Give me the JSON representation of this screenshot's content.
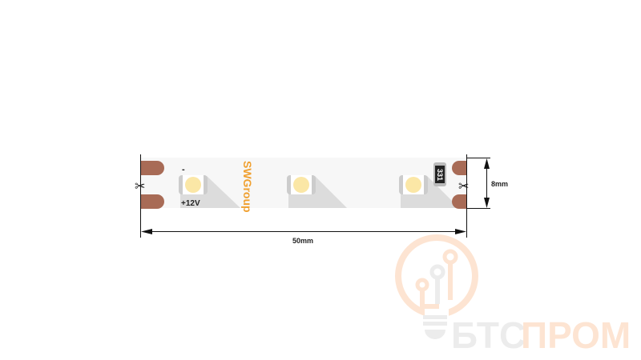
{
  "strip": {
    "polarity_minus": "-",
    "polarity_plus": "+12V",
    "brand": "SWGroup",
    "resistor_code": "331",
    "led_count": 3
  },
  "dimensions": {
    "length": "50mm",
    "width": "8mm"
  },
  "watermark": {
    "part1": "БТС",
    "part2": "ПРОМ"
  },
  "colors": {
    "pad": "#a86b56",
    "led": "#fbe7a6",
    "brand": "#f0a030",
    "watermark_orange": "#fde4d2",
    "watermark_gray": "#ececec"
  }
}
